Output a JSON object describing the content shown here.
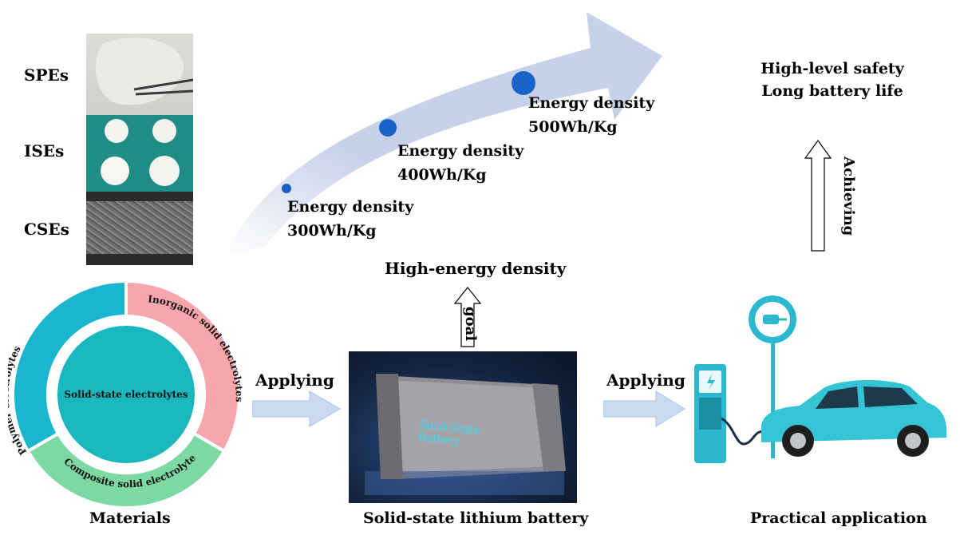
{
  "materials": {
    "photo_labels": [
      "SPEs",
      "ISEs",
      "CSEs"
    ],
    "ring_segments": [
      "Polymer electrolytes",
      "Inorganic solid electrolytes",
      "Composite solid electrolytes"
    ],
    "center_label": "Solid-state electrolytes",
    "caption": "Materials"
  },
  "arrow1_label": "Applying",
  "arrow2_label": "Applying",
  "battery": {
    "image_text_line1": "Solid-State",
    "image_text_line2": "Battery",
    "caption": "Solid-state lithium battery"
  },
  "goal": {
    "target": "High-energy density",
    "arrow_label": "goal"
  },
  "milestones": [
    {
      "label": "Energy density",
      "value": "300Wh/Kg"
    },
    {
      "label": "Energy density",
      "value": "400Wh/Kg"
    },
    {
      "label": "Energy density",
      "value": "500Wh/Kg"
    }
  ],
  "outcome": {
    "line1": "High-level safety",
    "line2": "Long battery life",
    "arrow_label": "Achieving"
  },
  "application": {
    "caption": "Practical application"
  },
  "colors": {
    "polymer": "#1ab6cf",
    "inorganic": "#f7a6ad",
    "composite": "#7dd9a4",
    "center": "#1bb7bf",
    "flow_arrow": "#c8daf0",
    "big_arrow": "#c7d1ea",
    "dot": "#1a62c9",
    "car": "#35c3d6",
    "charger": "#2bb8cf"
  }
}
